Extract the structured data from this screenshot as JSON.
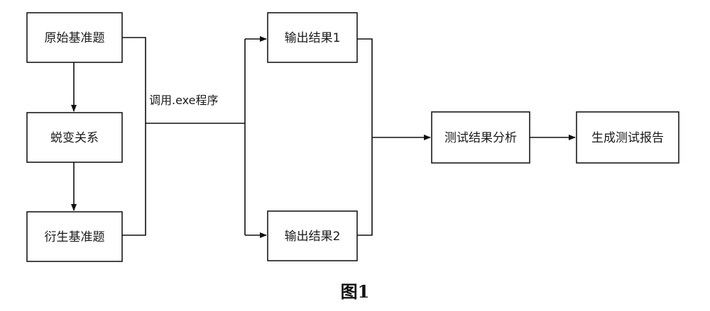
{
  "diagram": {
    "nodes": {
      "original_benchmark": "原始基准题",
      "metamorphic_relation": "蜕变关系",
      "derived_benchmark": "衍生基准题",
      "output_result_1": "输出结果1",
      "output_result_2": "输出结果2",
      "test_result_analysis": "测试结果分析",
      "generate_test_report": "生成测试报告"
    },
    "edge_label": "调用.exe程序",
    "caption": "图1"
  }
}
